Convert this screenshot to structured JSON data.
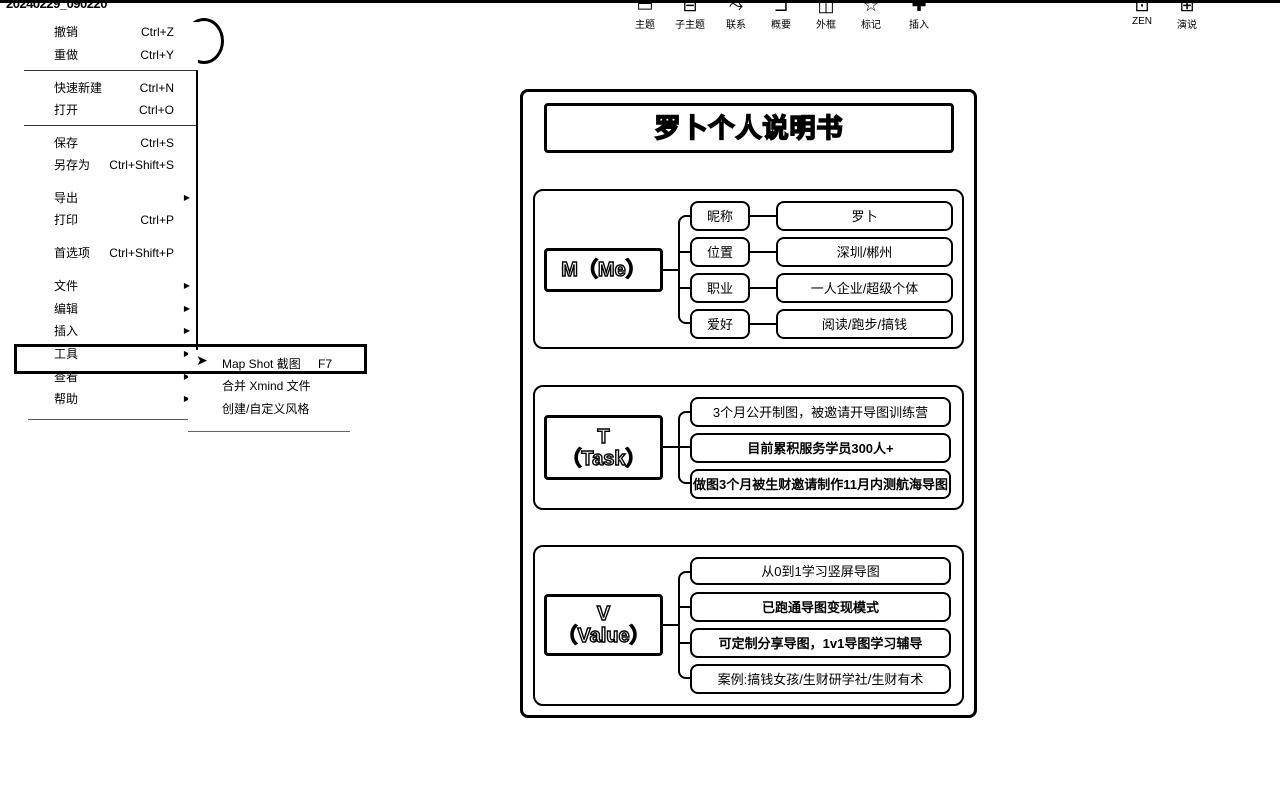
{
  "file_title": "20240229_090220",
  "toolbar": {
    "items": [
      {
        "icon": "outline-icon",
        "label": "主题"
      },
      {
        "icon": "subtopic-icon",
        "label": "子主题"
      },
      {
        "icon": "relationship-icon",
        "label": "联系"
      },
      {
        "icon": "summary-icon",
        "label": "概要"
      },
      {
        "icon": "boundary-icon",
        "label": "外框"
      },
      {
        "icon": "marker-icon",
        "label": "标记"
      },
      {
        "icon": "insert-icon",
        "label": "插入"
      },
      {
        "icon": "zen-icon",
        "label": "ZEN"
      },
      {
        "icon": "pitch-icon",
        "label": "演说"
      }
    ]
  },
  "menu": {
    "items": [
      {
        "label": "撤销",
        "shortcut": "Ctrl+Z"
      },
      {
        "label": "重做",
        "shortcut": "Ctrl+Y"
      },
      {
        "label": "快速新建",
        "shortcut": "Ctrl+N"
      },
      {
        "label": "打开",
        "shortcut": "Ctrl+O"
      },
      {
        "label": "保存",
        "shortcut": "Ctrl+S"
      },
      {
        "label": "另存为",
        "shortcut": "Ctrl+Shift+S"
      },
      {
        "label": "导出",
        "shortcut": ""
      },
      {
        "label": "打印",
        "shortcut": "Ctrl+P"
      },
      {
        "label": "首选项",
        "shortcut": "Ctrl+Shift+P"
      },
      {
        "label": "文件",
        "shortcut": ""
      },
      {
        "label": "编辑",
        "shortcut": ""
      },
      {
        "label": "插入",
        "shortcut": ""
      },
      {
        "label": "工具",
        "shortcut": ""
      },
      {
        "label": "查看",
        "shortcut": ""
      },
      {
        "label": "帮助",
        "shortcut": ""
      }
    ],
    "submenu": [
      {
        "label": "Map Shot 截图",
        "shortcut": "F7"
      },
      {
        "label": "合并 Xmind 文件",
        "shortcut": ""
      },
      {
        "label": "创建/自定义风格",
        "shortcut": ""
      }
    ]
  },
  "mindmap": {
    "title": "罗卜个人说明书",
    "sections": [
      {
        "root_line1": "M（Me）",
        "root_line2": "",
        "rows": [
          {
            "key": "昵称",
            "value": "罗卜"
          },
          {
            "key": "位置",
            "value": "深圳/郴州"
          },
          {
            "key": "职业",
            "value": "一人企业/超级个体"
          },
          {
            "key": "爱好",
            "value": "阅读/跑步/搞钱"
          }
        ]
      },
      {
        "root_line1": "T",
        "root_line2": "（Task）",
        "items": [
          "3个月公开制图，被邀请开导图训练营",
          "目前累积服务学员300人+",
          "做图3个月被生财邀请制作11月内测航海导图"
        ]
      },
      {
        "root_line1": "V",
        "root_line2": "（Value）",
        "items": [
          "从0到1学习竖屏导图",
          "已跑通导图变现模式",
          "可定制分享导图，1v1导图学习辅导",
          "案例:搞钱女孩/生财研学社/生财有术"
        ]
      }
    ]
  }
}
